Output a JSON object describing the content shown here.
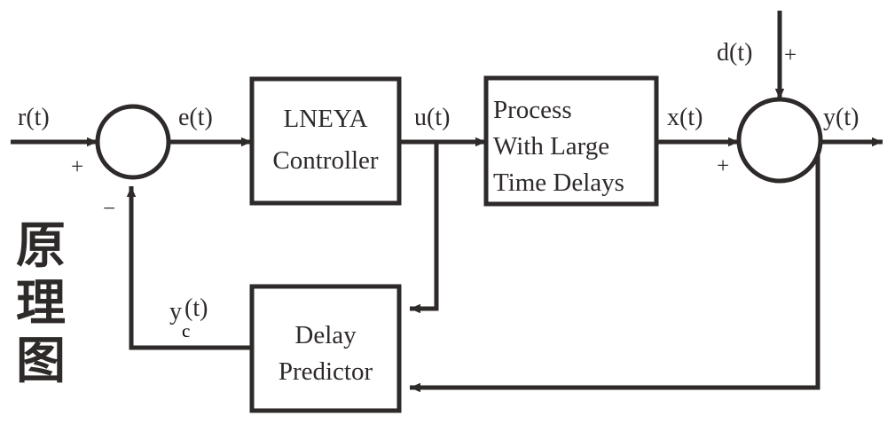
{
  "diagram": {
    "caption_vertical": [
      "原",
      "理",
      "图"
    ],
    "stroke_color": "#2e2a29",
    "background_color": "#ffffff",
    "blocks": [
      {
        "id": "controller",
        "lines": [
          "LNEYA",
          "Controller"
        ]
      },
      {
        "id": "process",
        "lines": [
          "Process",
          "With Large",
          "Time Delays"
        ]
      },
      {
        "id": "delay-predictor",
        "lines": [
          "Delay",
          "Predictor"
        ]
      }
    ],
    "summing_junctions": [
      {
        "id": "error-summer",
        "signs": [
          "+",
          "−"
        ]
      },
      {
        "id": "disturbance-summer",
        "signs": [
          "+",
          "+"
        ]
      }
    ],
    "signals": {
      "reference": "r(t)",
      "error": "e(t)",
      "control": "u(t)",
      "process_output": "x(t)",
      "disturbance": "d(t)",
      "output": "y(t)",
      "predicted_base": "y",
      "predicted_sub": "c",
      "predicted_tail": "(t)"
    },
    "signs": {
      "reference_plus": "+",
      "feedback_minus": "−",
      "process_plus": "+",
      "disturbance_plus": "+"
    }
  }
}
